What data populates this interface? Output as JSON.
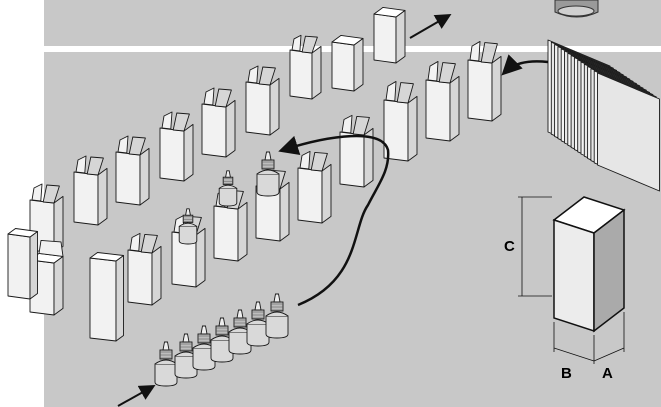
{
  "dimensions": {
    "height_label": "C",
    "depth_label": "B",
    "width_label": "A"
  },
  "colors": {
    "background": "#c8c8c8",
    "divider": "#ffffff",
    "carton_light": "#f2f2f2",
    "carton_mid": "#d6d6d6",
    "carton_dark": "#a9a9a9",
    "bottle": "#d9d9d9",
    "outline": "#1a1a1a"
  },
  "icons": {
    "in_arrow": "arrow-icon",
    "out_arrow": "arrow-icon"
  }
}
